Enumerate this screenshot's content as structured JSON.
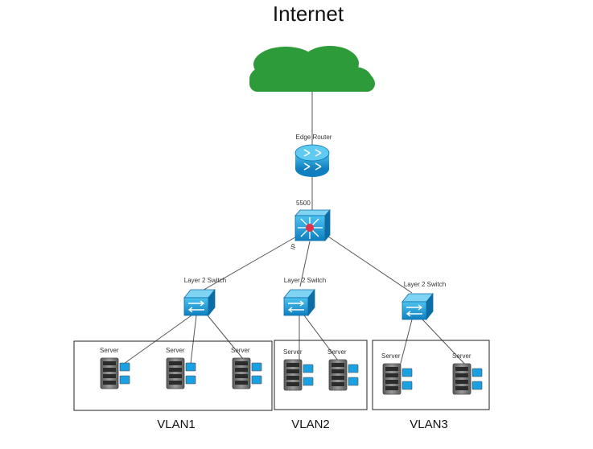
{
  "title": "Internet",
  "edge_router": {
    "label": "Edge Router"
  },
  "core_switch": {
    "label": "5500",
    "port_label": "IP"
  },
  "switches": [
    {
      "label": "Layer 2 Switch"
    },
    {
      "label": "Layer 2 Switch"
    },
    {
      "label": "Layer 2 Switch"
    }
  ],
  "servers": [
    {
      "label": "Server"
    },
    {
      "label": "Server"
    },
    {
      "label": "Server"
    },
    {
      "label": "Server"
    },
    {
      "label": "Server"
    },
    {
      "label": "Server"
    },
    {
      "label": "Server"
    }
  ],
  "vlans": [
    {
      "label": "VLAN1"
    },
    {
      "label": "VLAN2"
    },
    {
      "label": "VLAN3"
    }
  ],
  "colors": {
    "cloud": "#2e9b3a",
    "device_blue": "#1ba1e2",
    "core_center": "#e0314b",
    "server_gray": "#6e6e6e"
  }
}
